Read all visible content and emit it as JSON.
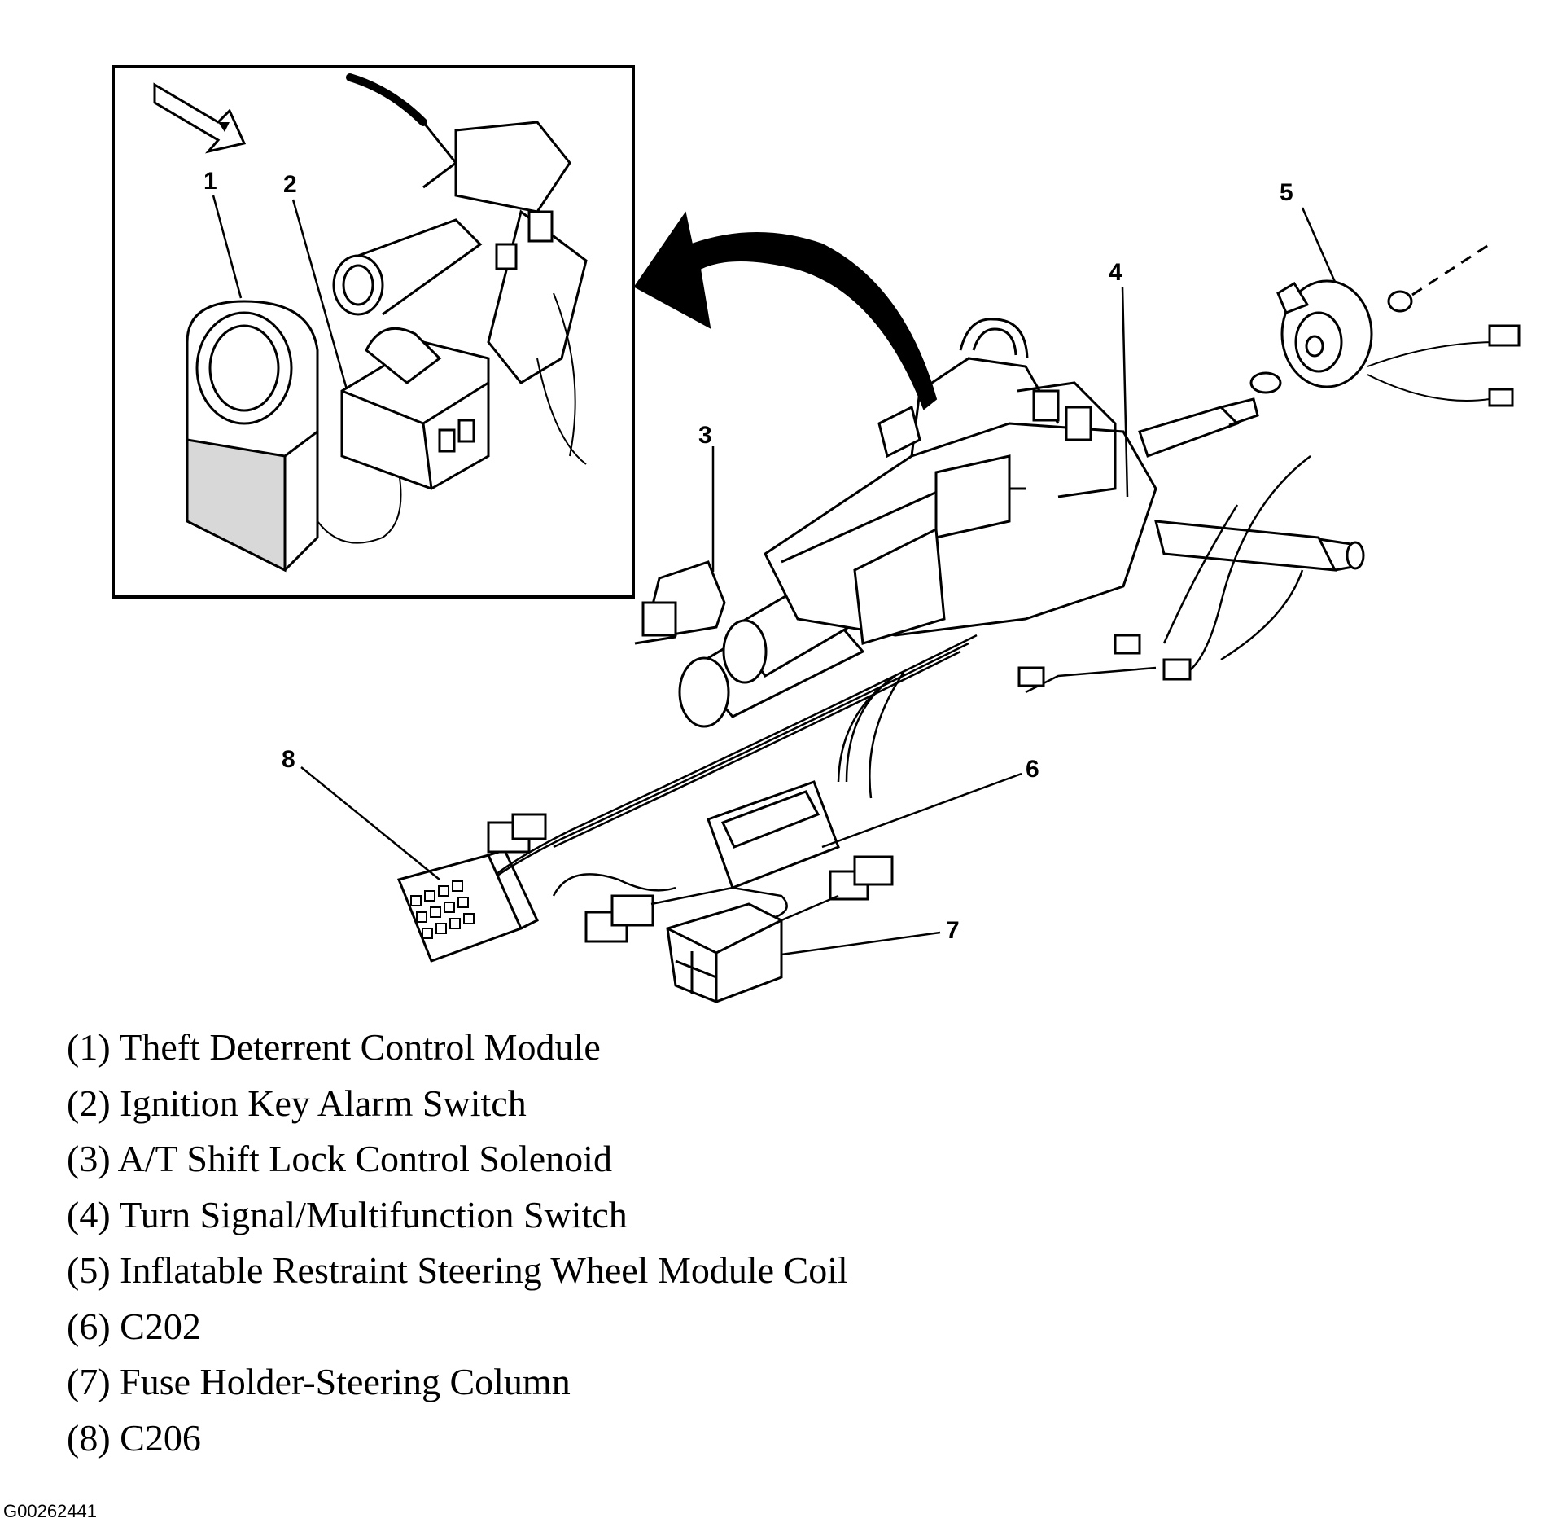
{
  "callouts": [
    "1",
    "2",
    "3",
    "4",
    "5",
    "6",
    "7",
    "8"
  ],
  "legend": [
    "(1) Theft Deterrent Control Module",
    "(2) Ignition Key Alarm Switch",
    "(3) A/T Shift Lock Control Solenoid",
    "(4) Turn Signal/Multifunction Switch",
    "(5) Inflatable Restraint Steering Wheel Module Coil",
    "(6) C202",
    "(7) Fuse Holder-Steering Column",
    "(8) C206"
  ],
  "figure_id": "G00262441",
  "colors": {
    "ink": "#000000",
    "paper": "#ffffff",
    "shade": "#d8d8d8"
  }
}
